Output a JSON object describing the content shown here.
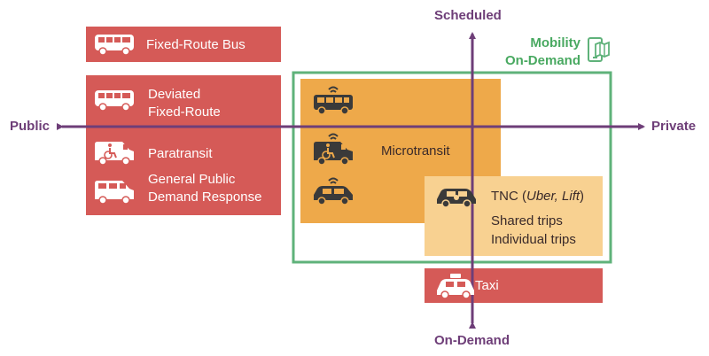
{
  "axes": {
    "top": "Scheduled",
    "bottom": "On-Demand",
    "left": "Public",
    "right": "Private"
  },
  "mod_label_line1": "Mobility",
  "mod_label_line2": "On-Demand",
  "services": {
    "fixed_route_bus": "Fixed-Route Bus",
    "deviated_line1": "Deviated",
    "deviated_line2": "Fixed-Route",
    "paratransit": "Paratransit",
    "gpdr_line1": "General Public",
    "gpdr_line2": "Demand Response",
    "microtransit": "Microtransit",
    "tnc_prefix": "TNC (",
    "tnc_brands": "Uber, Lift",
    "tnc_suffix": ")",
    "shared_trips": "Shared trips",
    "individual_trips": "Individual trips",
    "taxi": "Taxi"
  },
  "colors": {
    "public_red": "#d55a57",
    "microtransit_orange": "#eea94a",
    "tnc_cream": "#f8d191",
    "mod_green": "#5fb27a",
    "axis_purple": "#6e3e78"
  }
}
